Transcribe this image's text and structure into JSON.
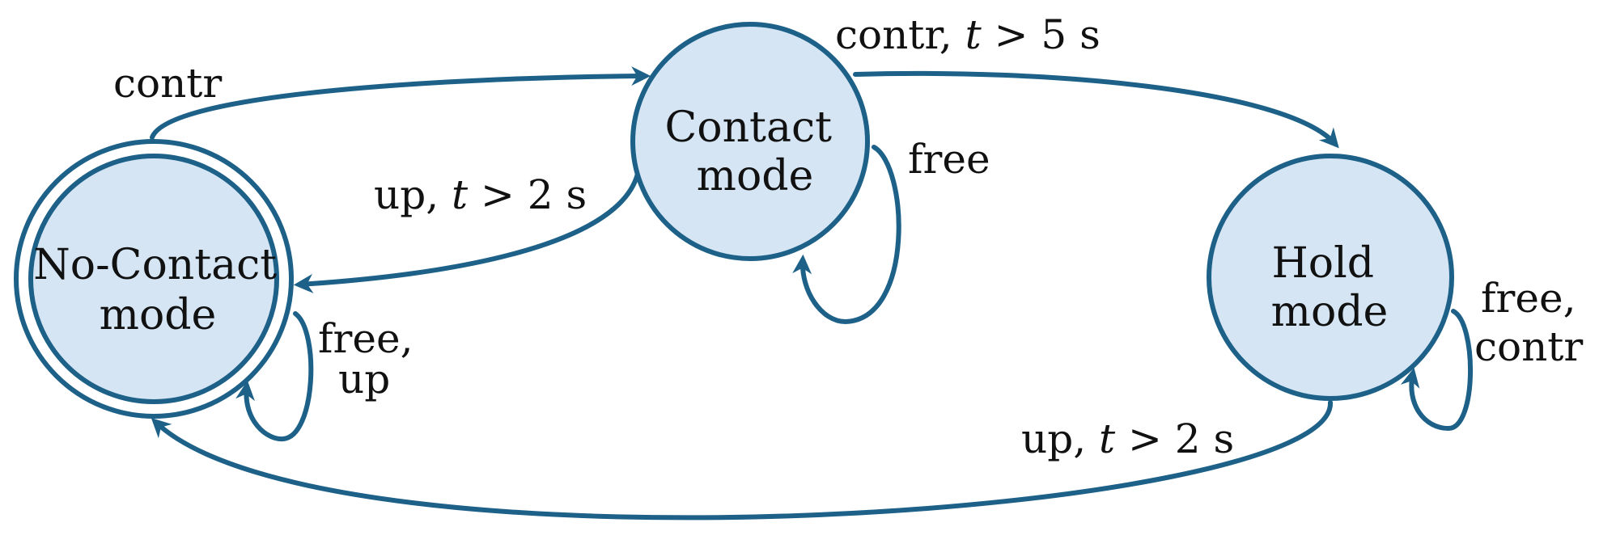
{
  "colors": {
    "state_fill": "#d5e5f4",
    "stroke": "#1d6088",
    "text": "#111111",
    "background": "#ffffff"
  },
  "states": {
    "no_contact": {
      "line1": "No-Contact",
      "line2": "mode",
      "initial": true
    },
    "contact": {
      "line1": "Contact",
      "line2": "mode"
    },
    "hold": {
      "line1": "Hold",
      "line2": "mode"
    }
  },
  "transitions": {
    "no_contact_to_contact": {
      "label": "contr"
    },
    "contact_to_no_contact": {
      "pre": "up, ",
      "var": "t",
      "post": " > 2 s"
    },
    "contact_to_hold": {
      "pre": "contr, ",
      "var": "t",
      "post": " > 5 s"
    },
    "hold_to_no_contact": {
      "pre": "up, ",
      "var": "t",
      "post": " > 2 s"
    },
    "no_contact_self": {
      "line1": "free,",
      "line2": "up"
    },
    "contact_self": {
      "label": "free"
    },
    "hold_self": {
      "line1": "free,",
      "line2": "contr"
    }
  }
}
